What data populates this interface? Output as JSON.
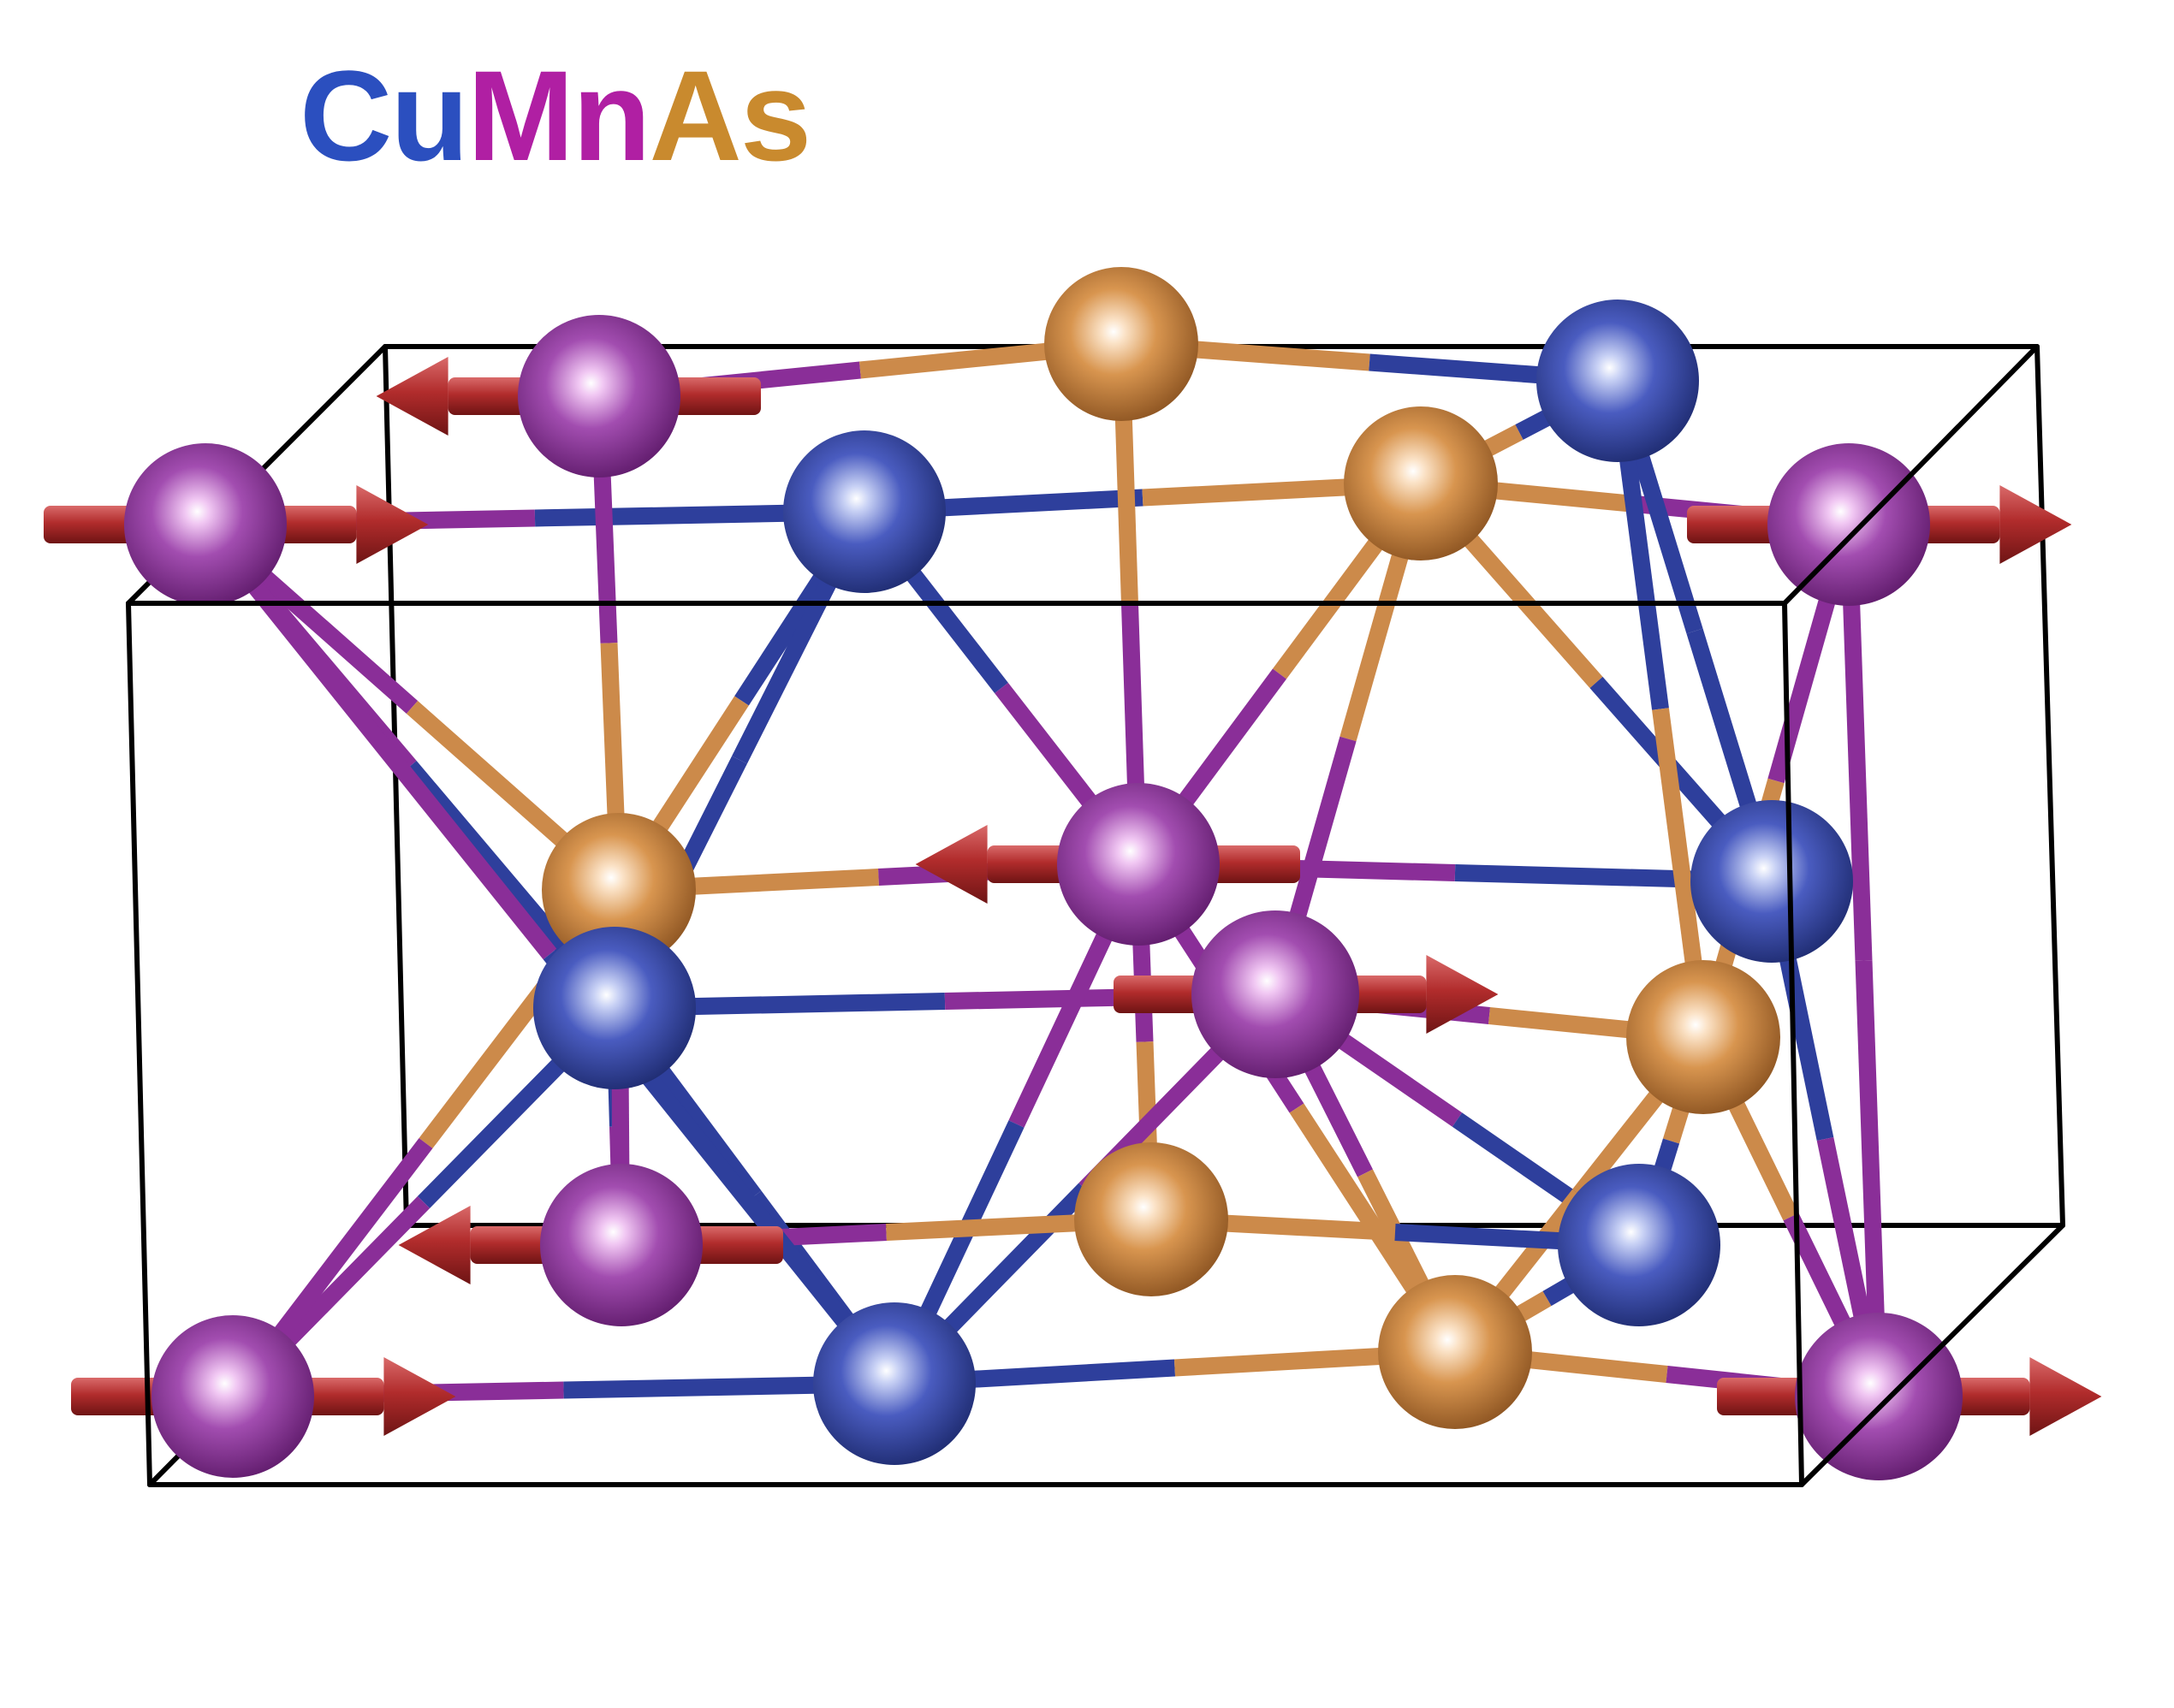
{
  "formula": {
    "parts": [
      {
        "symbol": "Cu",
        "color": "#2b4fbf"
      },
      {
        "symbol": "Mn",
        "color": "#b01fa3"
      },
      {
        "symbol": "As",
        "color": "#c98a2e"
      }
    ]
  },
  "colors": {
    "cu": "#2e3f9c",
    "mn": "#8a2e98",
    "as": "#cc8a4a",
    "spin_arrow": "#a8282a",
    "cell_edge": "#000000",
    "background": "#ffffff"
  }
}
